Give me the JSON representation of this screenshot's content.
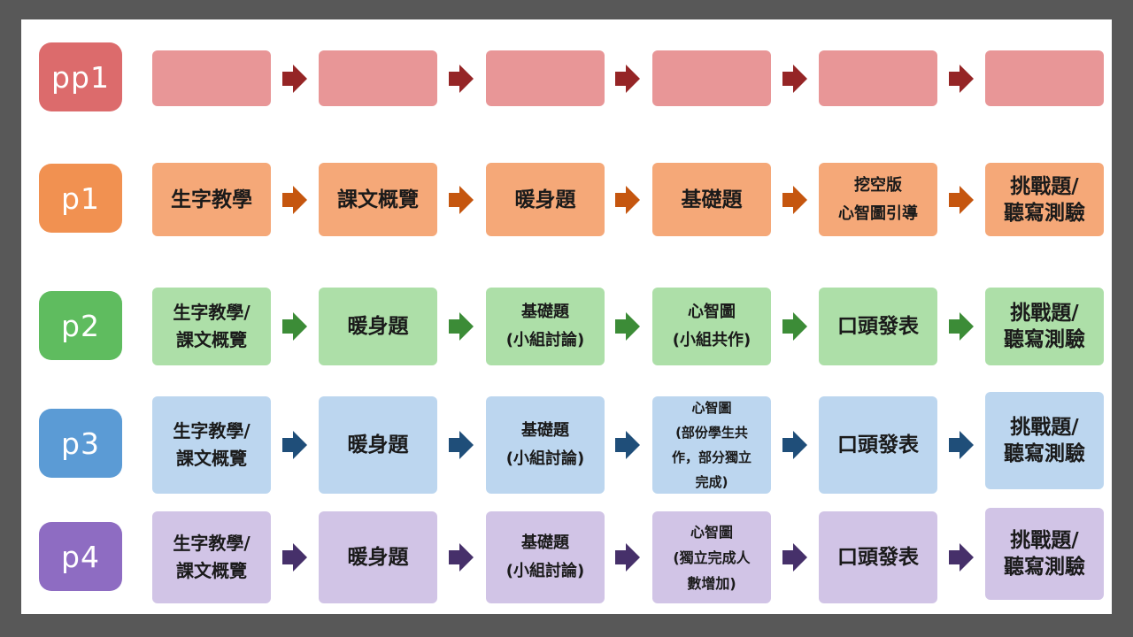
{
  "rows": [
    {
      "id": "pp1",
      "label": "pp1",
      "colors": {
        "label": "#dc6b6c",
        "box": "#e89697",
        "arrow": "#952526"
      },
      "steps": [
        {
          "lines": []
        },
        {
          "lines": []
        },
        {
          "lines": []
        },
        {
          "lines": []
        },
        {
          "lines": []
        },
        {
          "lines": []
        }
      ]
    },
    {
      "id": "p1",
      "label": "p1",
      "colors": {
        "label": "#f19151",
        "box": "#f5a878",
        "arrow": "#c5560f"
      },
      "steps": [
        {
          "lines": [
            "生字教學"
          ]
        },
        {
          "lines": [
            "課文概覽"
          ]
        },
        {
          "lines": [
            "暖身題"
          ]
        },
        {
          "lines": [
            "基礎題"
          ]
        },
        {
          "lines": [
            "挖空版",
            "心智圖引導"
          ]
        },
        {
          "lines": [
            "挑戰題/",
            "聽寫測驗"
          ]
        }
      ]
    },
    {
      "id": "p2",
      "label": "p2",
      "colors": {
        "label": "#5fbc5f",
        "box": "#addfa8",
        "arrow": "#3c8c37"
      },
      "steps": [
        {
          "lines": [
            "生字教學/",
            "課文概覽"
          ]
        },
        {
          "lines": [
            "暖身題"
          ]
        },
        {
          "lines": [
            "基礎題",
            "(小組討論)"
          ]
        },
        {
          "lines": [
            "心智圖",
            "(小組共作)"
          ]
        },
        {
          "lines": [
            "口頭發表"
          ]
        },
        {
          "lines": [
            "挑戰題/",
            "聽寫測驗"
          ]
        }
      ]
    },
    {
      "id": "p3",
      "label": "p3",
      "colors": {
        "label": "#5b9bd5",
        "box": "#bcd6ef",
        "arrow": "#1f4e79"
      },
      "steps": [
        {
          "lines": [
            "生字教學/",
            "課文概覽"
          ]
        },
        {
          "lines": [
            "暖身題"
          ]
        },
        {
          "lines": [
            "基礎題",
            "(小組討論)"
          ]
        },
        {
          "lines": [
            "心智圖",
            "(部份學生共",
            "作，部分獨立",
            "完成)"
          ]
        },
        {
          "lines": [
            "口頭發表"
          ]
        },
        {
          "lines": [
            "挑戰題/",
            "聽寫測驗"
          ]
        }
      ]
    },
    {
      "id": "p4",
      "label": "p4",
      "colors": {
        "label": "#8e6cc2",
        "box": "#d1c4e6",
        "arrow": "#46306a"
      },
      "steps": [
        {
          "lines": [
            "生字教學/",
            "課文概覽"
          ]
        },
        {
          "lines": [
            "暖身題"
          ]
        },
        {
          "lines": [
            "基礎題",
            "(小組討論)"
          ]
        },
        {
          "lines": [
            "心智圖",
            "(獨立完成人",
            "數增加)"
          ]
        },
        {
          "lines": [
            "口頭發表"
          ]
        },
        {
          "lines": [
            "挑戰題/",
            "聽寫測驗"
          ]
        }
      ]
    }
  ]
}
